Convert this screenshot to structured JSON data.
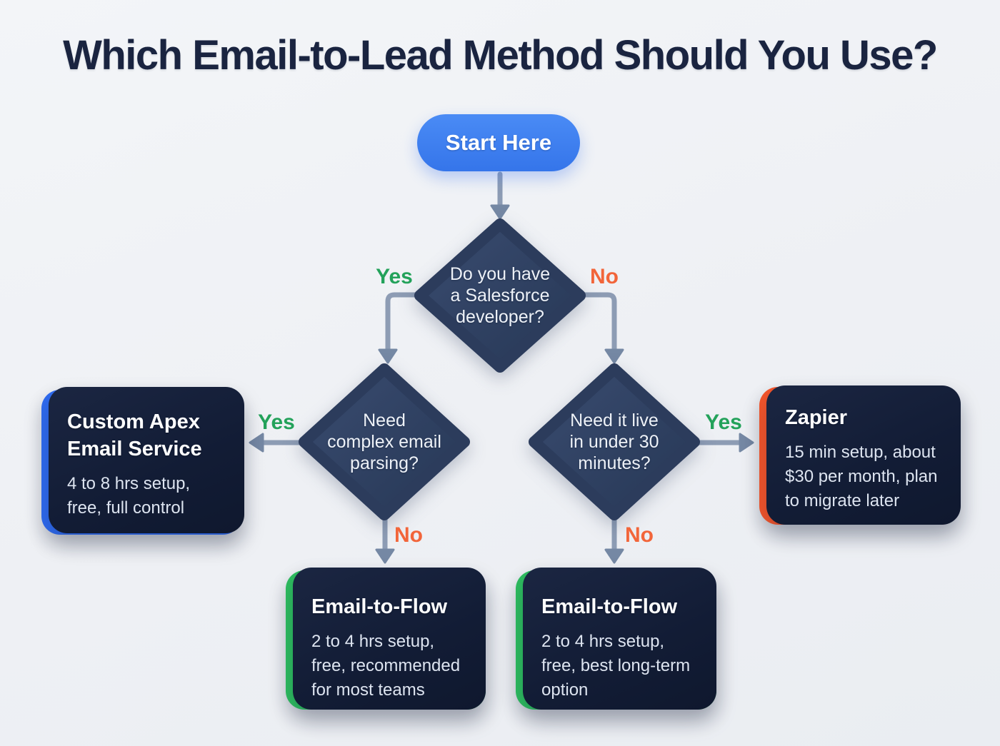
{
  "title": "Which Email-to-Lead Method Should You Use?",
  "start": {
    "label": "Start Here"
  },
  "decisions": {
    "developer": {
      "question": "Do you have a Salesforce developer?",
      "lines": [
        "Do you have",
        "a Salesforce",
        "developer?"
      ]
    },
    "parsing": {
      "question": "Need complex email parsing?",
      "lines": [
        "Need",
        "complex email",
        "parsing?"
      ]
    },
    "live30": {
      "question": "Need it live in under 30 minutes?",
      "lines": [
        "Need it live",
        "in under 30",
        "minutes?"
      ]
    }
  },
  "edges": {
    "developer_yes": "Yes",
    "developer_no": "No",
    "parsing_yes": "Yes",
    "parsing_no": "No",
    "live30_yes": "Yes",
    "live30_no": "No"
  },
  "outcomes": {
    "custom_apex": {
      "title": "Custom Apex Email Service",
      "description": "4 to 8 hrs setup, free, full control",
      "accent_color": "#2f6bf0"
    },
    "flow_left": {
      "title": "Email-to-Flow",
      "description": "2 to 4 hrs setup, free, recommended for most teams",
      "accent_color": "#2ebd5f"
    },
    "flow_right": {
      "title": "Email-to-Flow",
      "description": "2 to 4 hrs setup, free, best long-term option",
      "accent_color": "#2ebd5f"
    },
    "zapier": {
      "title": "Zapier",
      "description": "15 min setup, about $30 per month, plan to migrate later",
      "accent_color": "#f4552b"
    }
  },
  "colors": {
    "yes_label": "#23a25a",
    "no_label": "#f2653a",
    "start_fill": "#3d7ff0",
    "decision_fill": "#2e3f60",
    "card_fill": "#141f38",
    "arrow": "#8d9cb4",
    "background": "#f0f2f5",
    "title_color": "#1a2440"
  }
}
